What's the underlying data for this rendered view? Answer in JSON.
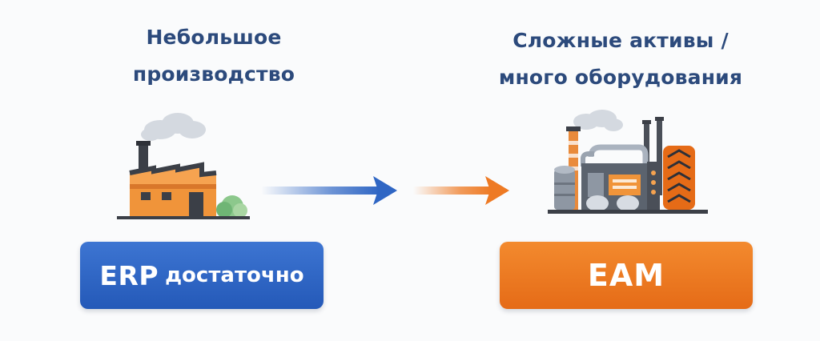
{
  "left": {
    "heading_line1": "Небольшое",
    "heading_line2": "производство",
    "button_primary": "ERP",
    "button_secondary": "достаточно",
    "illustration": "small-factory-icon",
    "accent_color": "#2f66c4"
  },
  "right": {
    "heading_line1": "Сложные активы /",
    "heading_line2": "много оборудования",
    "button_label": "EAM",
    "illustration": "industrial-plant-icon",
    "accent_color": "#ee7a24"
  },
  "arrows": [
    {
      "icon": "arrow-right-icon",
      "color": "#2f66c4"
    },
    {
      "icon": "arrow-right-icon",
      "color": "#ee7a24"
    }
  ]
}
